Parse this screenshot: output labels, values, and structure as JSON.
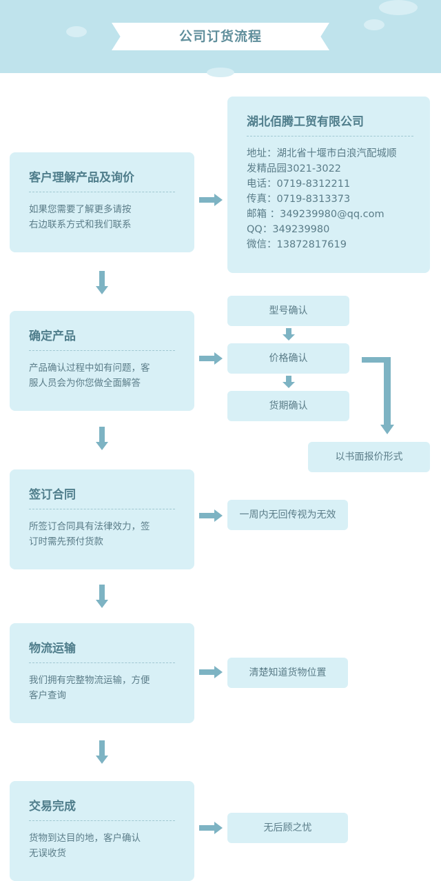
{
  "header": {
    "title": "公司订货流程"
  },
  "company": {
    "name": "湖北佰腾工贸有限公司",
    "lines": [
      "地址：湖北省十堰市白浪汽配城顺",
      "发精品园3021-3022",
      "电话：0719-8312211",
      "传真：0719-8313373",
      "邮箱 ：349239980@qq.com",
      "QQ：349239980",
      "微信：13872817619"
    ]
  },
  "steps": [
    {
      "title": "客户理解产品及询价",
      "desc1": "如果您需要了解更多请按",
      "desc2": "右边联系方式和我们联系"
    },
    {
      "title": "确定产品",
      "desc1": "产品确认过程中如有问题，客",
      "desc2": "服人员会为你您做全面解答"
    },
    {
      "title": "签订合同",
      "desc1": "所签订合同具有法律效力，签",
      "desc2": "订时需先预付货款"
    },
    {
      "title": "物流运输",
      "desc1": "我们拥有完整物流运输，方便",
      "desc2": "客户查询"
    },
    {
      "title": "交易完成",
      "desc1": "货物到达目的地，客户确认",
      "desc2": "无误收货"
    }
  ],
  "side_boxes": {
    "model_confirm": "型号确认",
    "price_confirm": "价格确认",
    "delivery_confirm": "货期确认",
    "written_quote": "以书面报价形式",
    "contract_note": "一周内无回传视为无效",
    "logistics_note": "清楚知道货物位置",
    "complete_note": "无后顾之忧"
  },
  "colors": {
    "header_bg": "#bfe3ec",
    "box_bg": "#d8f0f6",
    "arrow": "#7db3c3",
    "title_text": "#5f8e9b"
  }
}
